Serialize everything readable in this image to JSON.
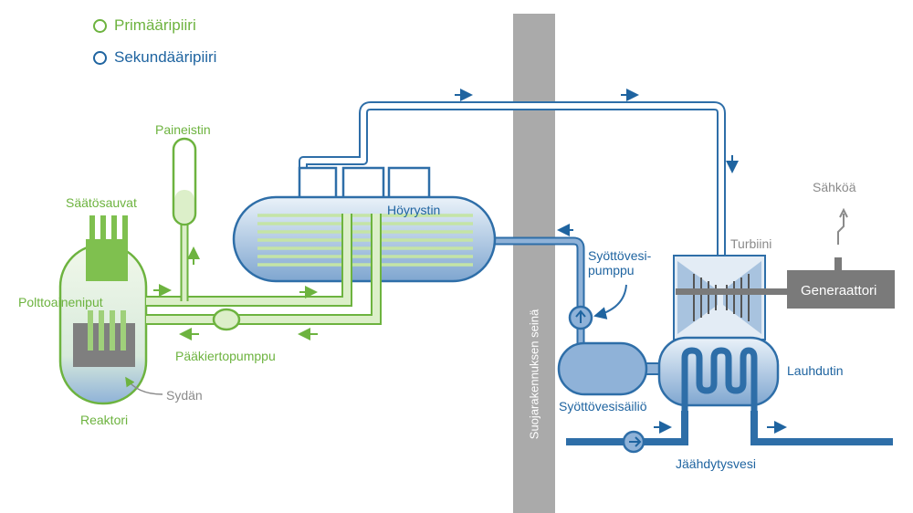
{
  "colors": {
    "primary": "#6db33f",
    "secondary": "#1f64a0",
    "wall": "#aaaaaa",
    "generator": "#7a7a7a"
  },
  "legend": {
    "primary_label": "Primääripiiri",
    "secondary_label": "Sekundääripiiri"
  },
  "labels": {
    "pressurizer": "Paineistin",
    "control_rods": "Säätösauvat",
    "fuel_rods": "Polttoaineniput",
    "main_pump": "Pääkiertopumppu",
    "core": "Sydän",
    "reactor": "Reaktori",
    "steam_generator": "Höyrystin",
    "feedwater_pump": [
      "Syöttövesi-",
      "pumppu"
    ],
    "containment_wall": "Suojarakennuksen seinä",
    "feedwater_tank": "Syöttövesisäiliö",
    "turbine": "Turbiini",
    "electricity": "Sähköä",
    "generator": "Generaattori",
    "condenser": "Lauhdutin",
    "cooling_water": "Jäähdytysvesi"
  }
}
